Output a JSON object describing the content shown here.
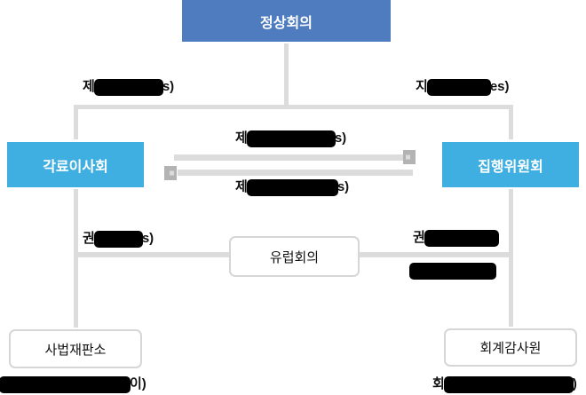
{
  "colors": {
    "primary-box": "#4e7cbf",
    "secondary-box": "#3fafe1",
    "line": "#dcdcdc",
    "arrowhead": "#b3b3b3",
    "redaction": "#000000",
    "box-border": "#d6d6d6",
    "text-dark": "#111111",
    "text-light": "#ffffff"
  },
  "boxes": {
    "summit": {
      "label": "정상회의"
    },
    "council": {
      "label": "각료이사회"
    },
    "commission": {
      "label": "집행위원회"
    },
    "parliament": {
      "label": "유럽회의"
    },
    "justice": {
      "label": "사법재판소"
    },
    "auditors": {
      "label": "회계감사원"
    }
  },
  "connector_labels": {
    "summit_left": {
      "segments": [
        {
          "t": "text",
          "v": "제"
        },
        {
          "t": "bar",
          "w": 78
        },
        {
          "t": "text",
          "v": "s)"
        }
      ]
    },
    "summit_right": {
      "segments": [
        {
          "t": "text",
          "v": "지"
        },
        {
          "t": "bar",
          "w": 72
        },
        {
          "t": "text",
          "v": "es)"
        }
      ]
    },
    "arrow_top": {
      "segments": [
        {
          "t": "text",
          "v": "제"
        },
        {
          "t": "bar",
          "w": 100
        },
        {
          "t": "text",
          "v": "s)"
        }
      ]
    },
    "arrow_bottom": {
      "segments": [
        {
          "t": "text",
          "v": "제"
        },
        {
          "t": "bar",
          "w": 103
        },
        {
          "t": "text",
          "v": "s)"
        }
      ]
    },
    "council_branch": {
      "segments": [
        {
          "t": "text",
          "v": "권"
        },
        {
          "t": "bar",
          "w": 55
        },
        {
          "t": "text",
          "v": "s)"
        }
      ]
    },
    "commission_branch_line1": {
      "segments": [
        {
          "t": "text",
          "v": "권"
        },
        {
          "t": "bar",
          "w": 84
        }
      ]
    },
    "commission_branch_line2": {
      "segments": [
        {
          "t": "bar",
          "w": 98
        }
      ]
    },
    "justice_caption": {
      "segments": [
        {
          "t": "bar",
          "w": 148
        },
        {
          "t": "text",
          "v": "이)"
        }
      ]
    },
    "auditors_caption": {
      "segments": [
        {
          "t": "text",
          "v": "회"
        },
        {
          "t": "bar",
          "w": 146
        },
        {
          "t": "text",
          "v": ")"
        }
      ]
    }
  }
}
